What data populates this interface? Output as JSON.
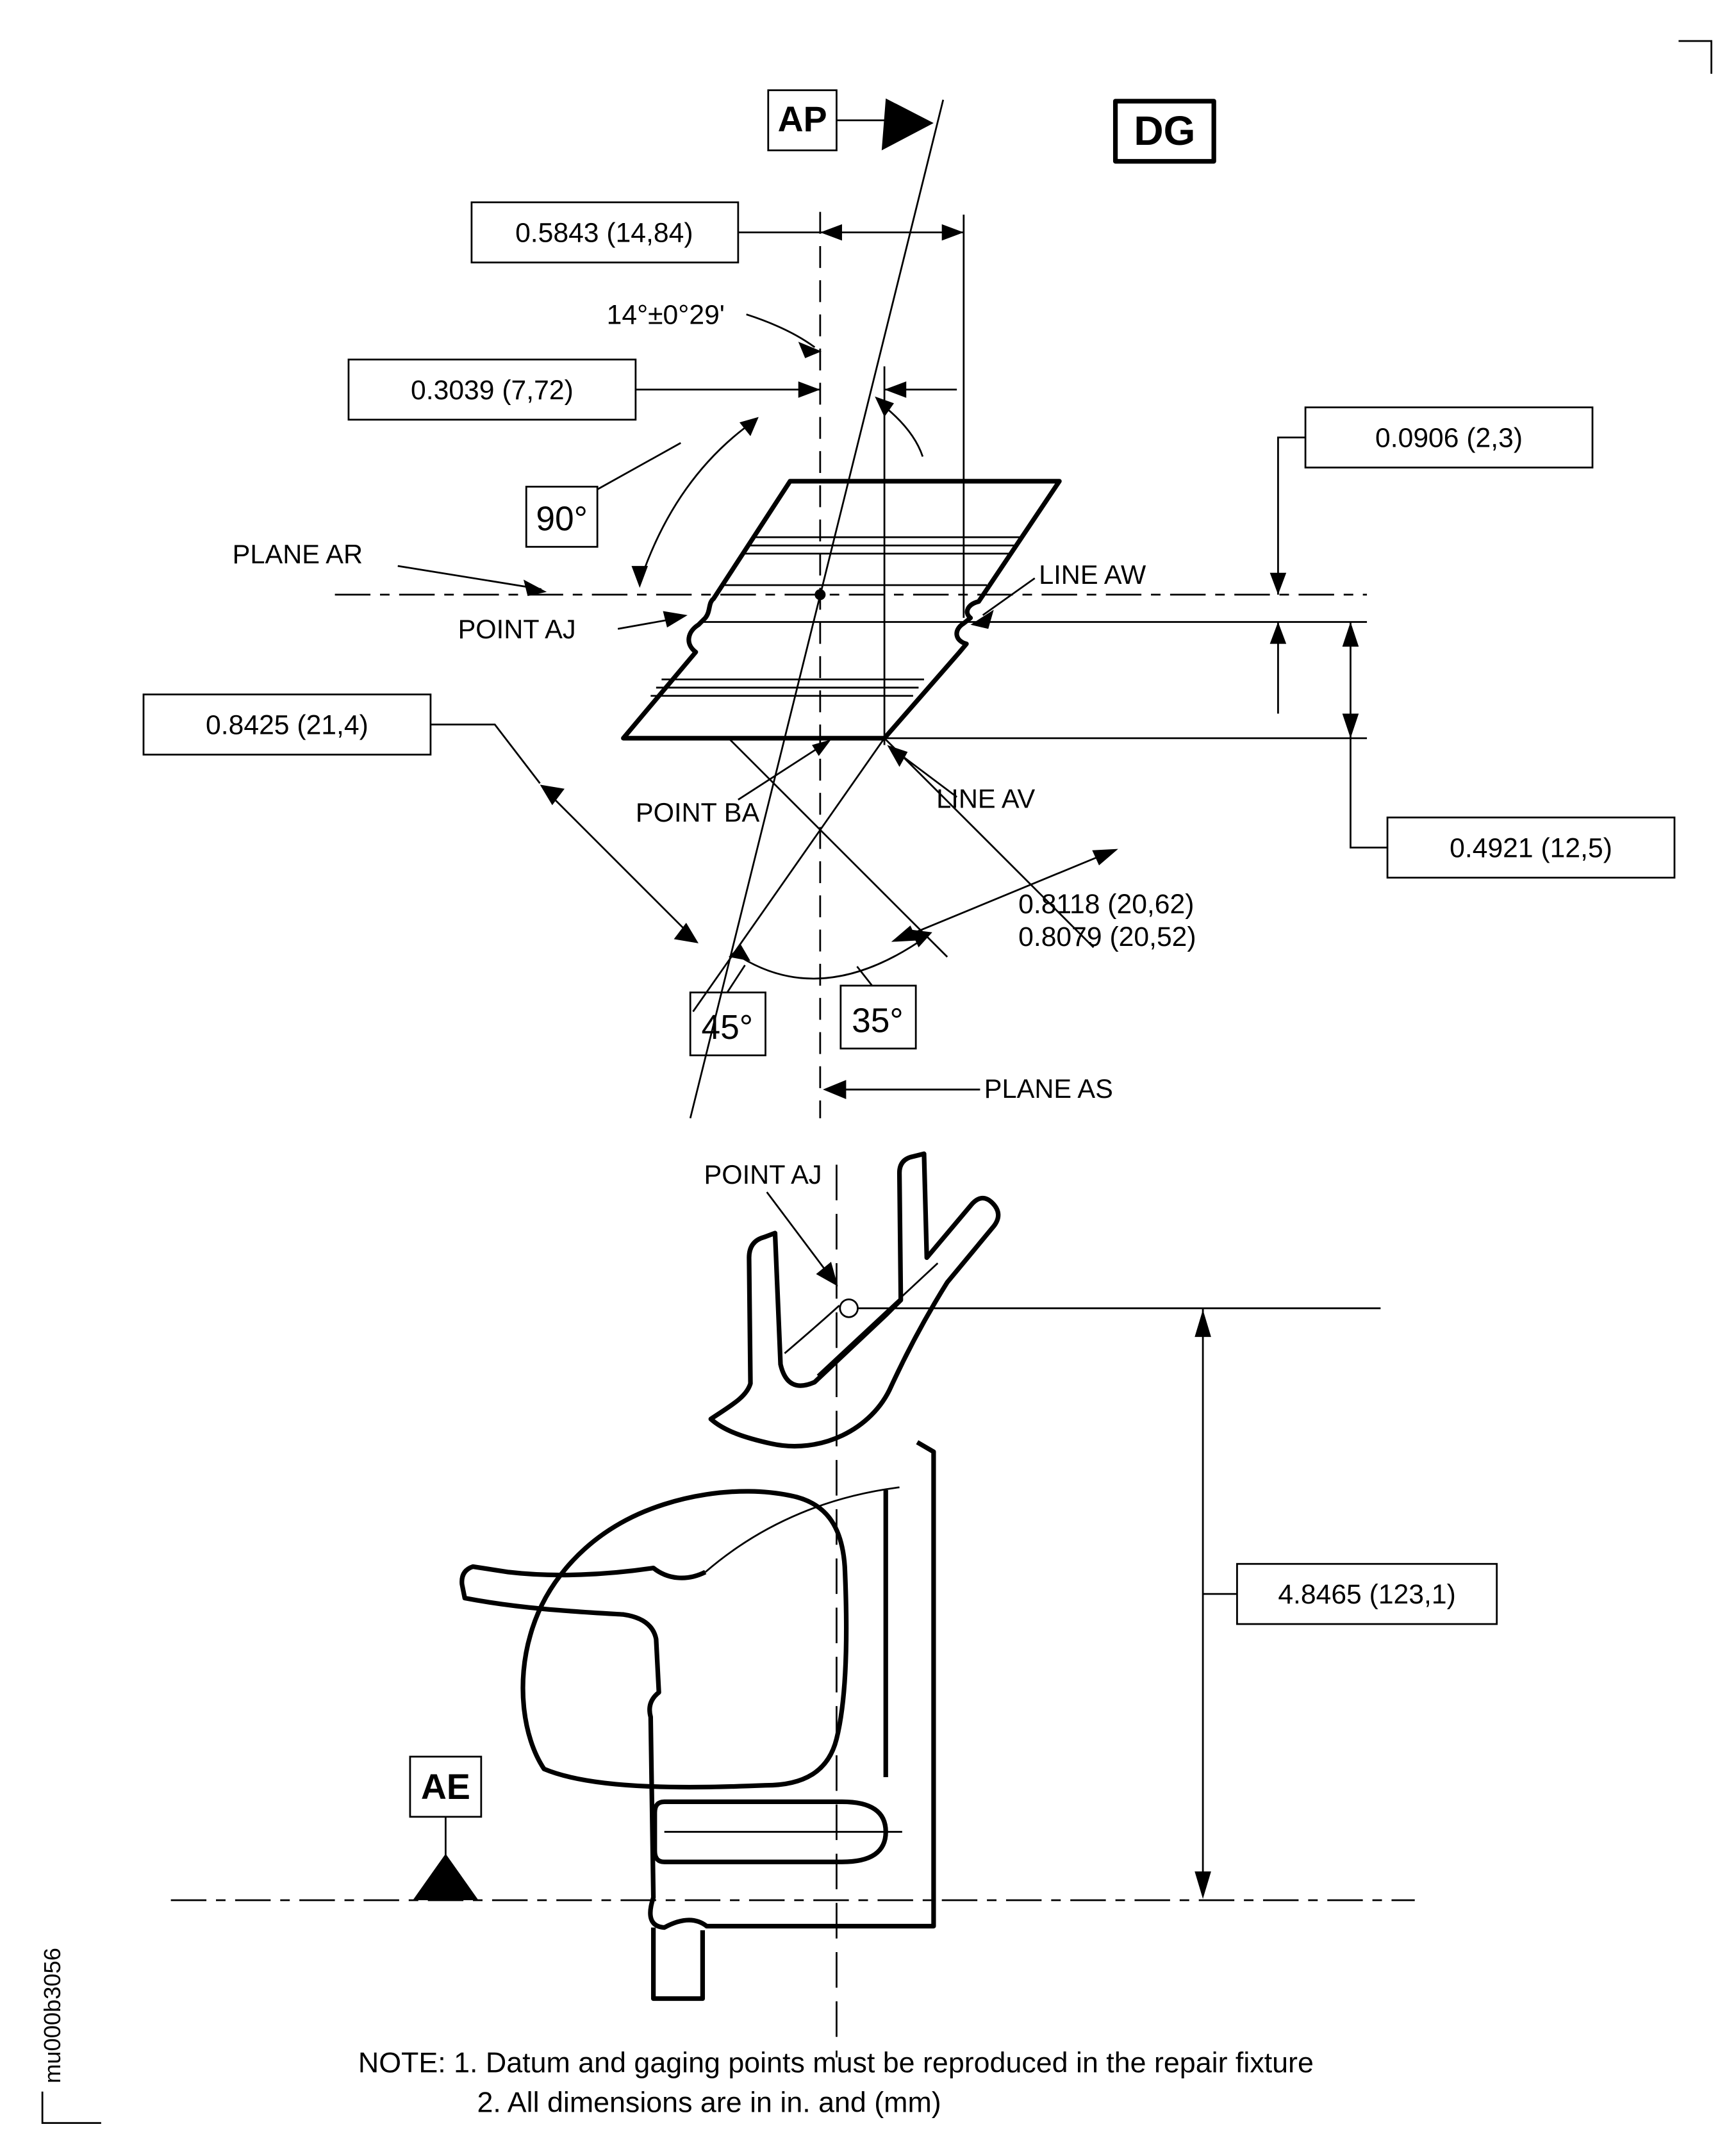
{
  "figure_code": "mu000b3056",
  "datum_flags": {
    "ap": "AP",
    "ae": "AE"
  },
  "zone_label": "DG",
  "dimensions": {
    "w1": "0.5843 (14,84)",
    "angle14": "14°±0°29'",
    "w2": "0.3039 (7,72)",
    "h1": "0.0906 (2,3)",
    "a90": "90°",
    "d1": "0.8425 (21,4)",
    "h2": "0.4921 (12,5)",
    "d2a": "0.8118 (20,62)",
    "d2b": "0.8079 (20,52)",
    "a45": "45°",
    "a35": "35°",
    "v1": "4.8465 (123,1)"
  },
  "labels": {
    "plane_ar": "PLANE AR",
    "point_aj": "POINT AJ",
    "line_aw": "LINE AW",
    "point_ba": "POINT BA",
    "line_av": "LINE AV",
    "plane_as": "PLANE AS",
    "point_aj_lower": "POINT AJ"
  },
  "note": {
    "line1": "NOTE: 1. Datum and gaging points must be reproduced in the repair fixture",
    "line2": "2. All dimensions are in in. and (mm)"
  }
}
